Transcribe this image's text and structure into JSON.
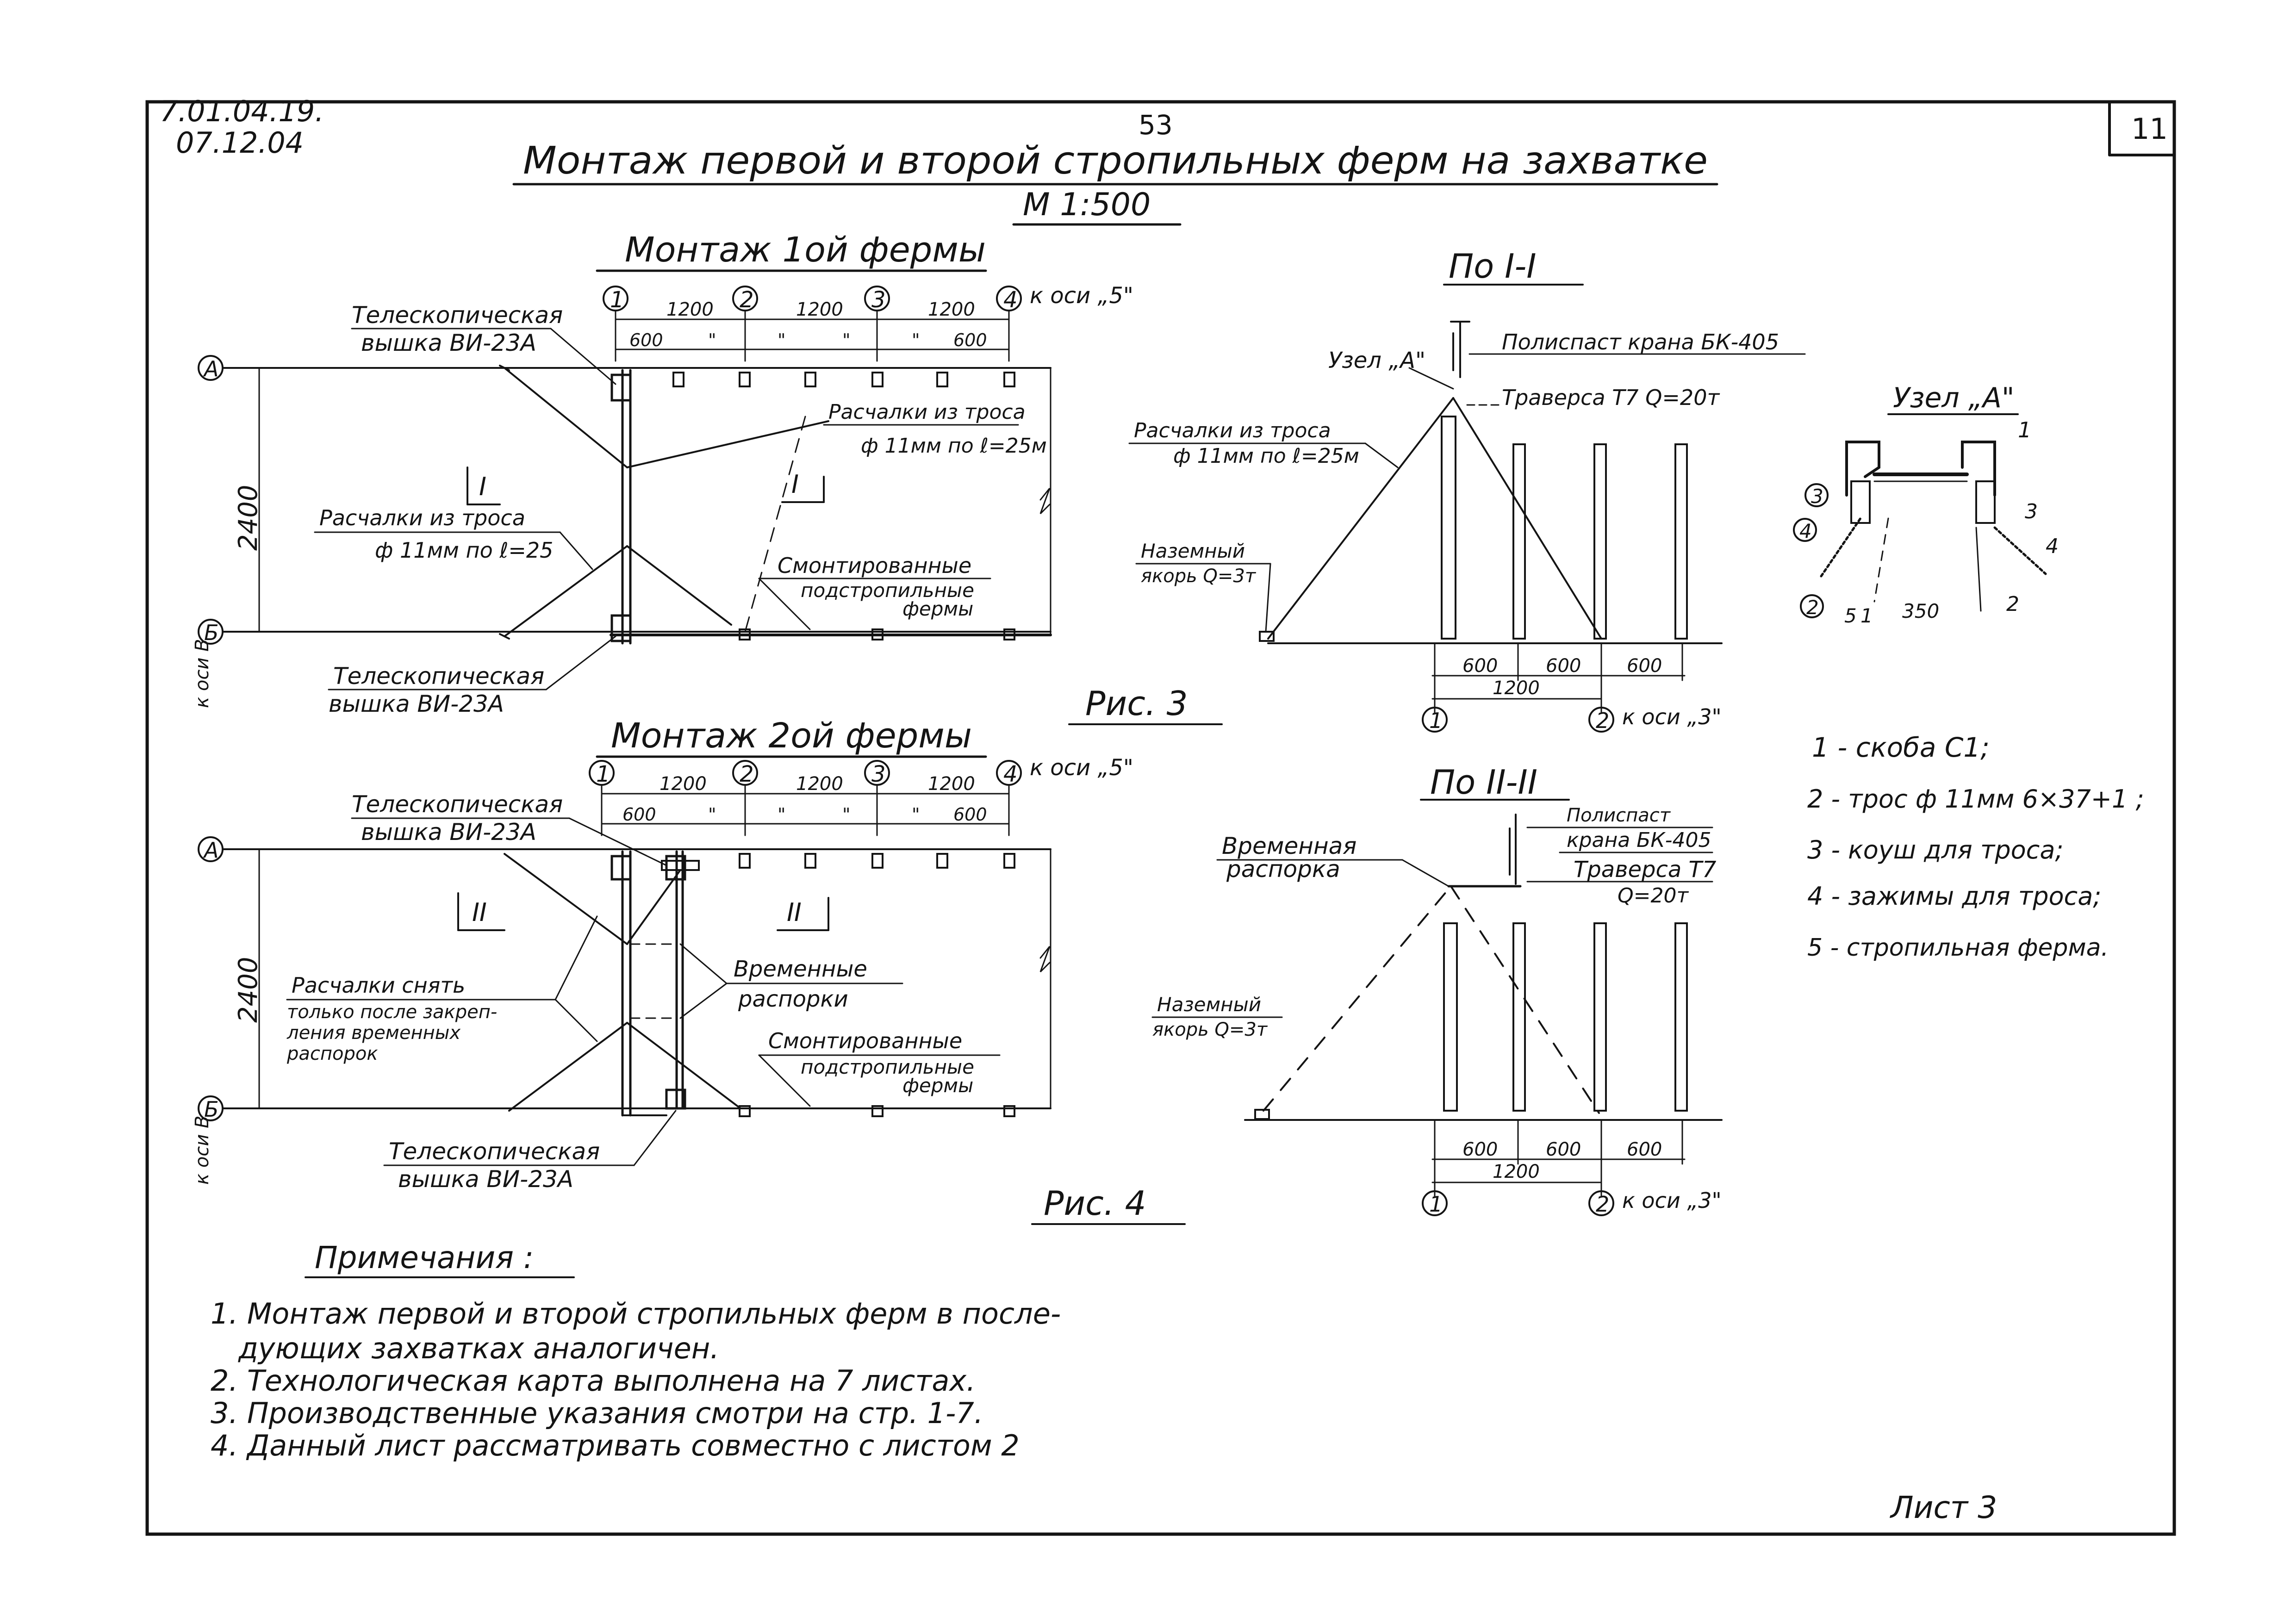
{
  "header": {
    "code_line1": "7.01.04.19.",
    "code_line2": "07.12.04",
    "page_number": "53",
    "sheet_box": "11",
    "title": "Монтаж первой и второй стропильных ферм на захватке",
    "scale": "М 1:500"
  },
  "fig3": {
    "heading": "Монтаж 1ой фермы",
    "caption": "Рис. 3",
    "axis_marks": [
      "1",
      "2",
      "3",
      "4"
    ],
    "axis_note": "к оси „5\"",
    "dims_top": [
      "1200",
      "1200",
      "1200"
    ],
    "dims_bottom": [
      "600",
      "\"",
      "\"",
      "\"",
      "\"",
      "600"
    ],
    "row_a": "А",
    "row_b": "Б",
    "span": "2400",
    "side_note": "к оси В",
    "section_mark": "I",
    "lbl_tower_top": [
      "Телескопическая",
      "вышка ВИ-23А"
    ],
    "lbl_guys_right": [
      "Расчалки из троса",
      "ф 11мм по ℓ=25м"
    ],
    "lbl_guys_left": [
      "Расчалки из троса",
      "ф 11мм по ℓ=25"
    ],
    "lbl_mounted": [
      "Смонтированные",
      "подстропильные",
      "фермы"
    ],
    "lbl_tower_bottom": [
      "Телескопическая",
      "вышка ВИ-23А"
    ]
  },
  "fig4": {
    "heading": "Монтаж 2ой фермы",
    "caption": "Рис. 4",
    "axis_marks": [
      "1",
      "2",
      "3",
      "4"
    ],
    "axis_note": "к оси „5\"",
    "dims_top": [
      "1200",
      "1200",
      "1200"
    ],
    "dims_bottom": [
      "600",
      "\"",
      "\"",
      "\"",
      "\"",
      "600"
    ],
    "row_a": "А",
    "row_b": "Б",
    "span": "2400",
    "side_note": "к оси В",
    "section_mark": "II",
    "lbl_tower_top": [
      "Телескопическая",
      "вышка ВИ-23А"
    ],
    "lbl_guys": [
      "Расчалки снять",
      "только после закреп-",
      "ления временных",
      "распорок"
    ],
    "lbl_temp_struts": [
      "Временные",
      "распорки"
    ],
    "lbl_mounted": [
      "Смонтированные",
      "подстропильные",
      "фермы"
    ],
    "lbl_tower_bottom": [
      "Телескопическая",
      "вышка ВИ-23А"
    ]
  },
  "section1": {
    "heading": "По I-I",
    "lbl_node": "Узел „А\"",
    "lbl_pulley": "Полиспаст крана БК-405",
    "lbl_traverse": "Траверса Т7 Q=20т",
    "lbl_guys": [
      "Расчалки из троса",
      "ф 11мм по ℓ=25м"
    ],
    "lbl_anchor": [
      "Наземный",
      "якорь Q=3т"
    ],
    "dims": [
      "600",
      "600",
      "600"
    ],
    "dim_total": "1200",
    "axis_marks": [
      "1",
      "2"
    ],
    "axis_note": "к оси „3\""
  },
  "section2": {
    "heading": "По II-II",
    "lbl_temp_strut": [
      "Временная",
      "распорка"
    ],
    "lbl_pulley": [
      "Полиспаст",
      "крана БК-405"
    ],
    "lbl_traverse": [
      "Траверса Т7",
      "Q=20т"
    ],
    "lbl_anchor": [
      "Наземный",
      "якорь Q=3т"
    ],
    "dims": [
      "600",
      "600",
      "600"
    ],
    "dim_total": "1200",
    "axis_marks": [
      "1",
      "2"
    ],
    "axis_note": "к оси „3\""
  },
  "node_a": {
    "heading": "Узел „А\"",
    "marks": [
      "1",
      "3",
      "4",
      "4",
      "2",
      "5",
      "1",
      "2"
    ],
    "dim": "350"
  },
  "legend": [
    "1 - скоба С1;",
    "2 - трос ф 11мм 6×37+1 ;",
    "3 - коуш для троса;",
    "4 - зажимы для троса;",
    "5 - стропильная ферма."
  ],
  "notes": {
    "title": "Примечания :",
    "items": [
      "1. Монтаж первой и второй стропильных ферм в после-",
      "дующих захватках аналогичен.",
      "2. Технологическая карта выполнена на 7 листах.",
      "3. Производственные указания смотри на стр. 1-7.",
      "4. Данный лист рассматривать совместно с листом 2"
    ]
  },
  "footer": {
    "sheet": "Лист 3"
  }
}
